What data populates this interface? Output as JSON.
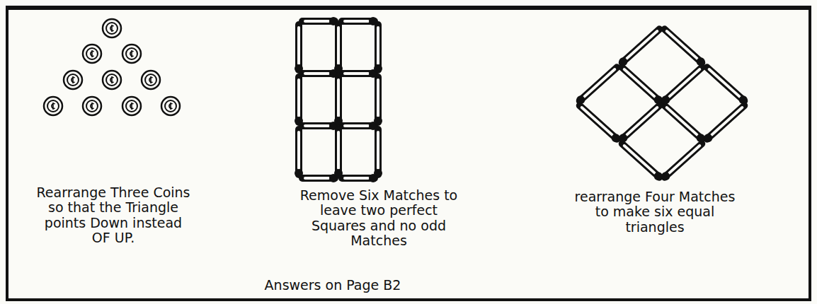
{
  "diagram": {
    "caption": "Answers on Page B2",
    "labels": [
      "Rearrange Three Coins so that the Triangle points Down instead OF UP.",
      "Remove Six Matches to leave two perfect Squares and no odd Matches",
      "rearrange Four Matches to make six equal triangles"
    ]
  }
}
